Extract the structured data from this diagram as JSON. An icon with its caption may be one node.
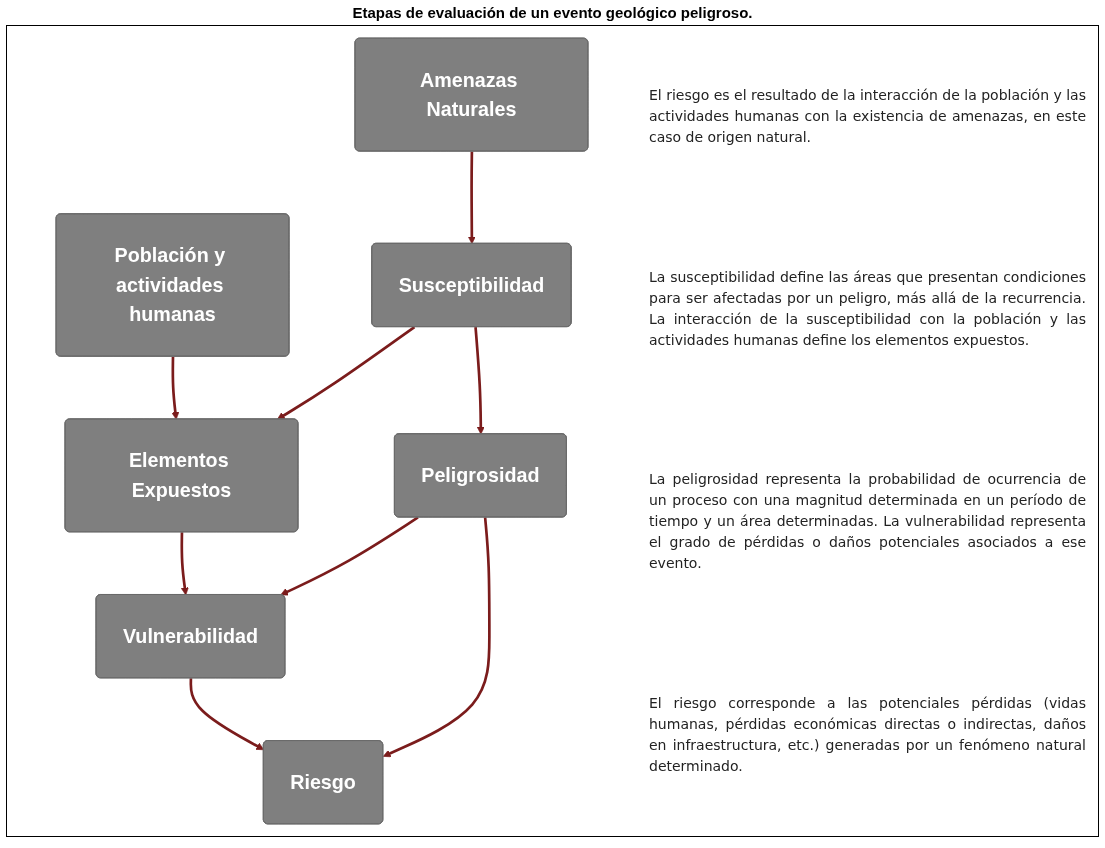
{
  "diagram": {
    "title": "Etapas de evaluación de un evento geológico peligroso.",
    "nodes": [
      {
        "text": [
          "Amenazas Naturales"
        ]
      },
      {
        "text": [
          "Población y actividades humanas"
        ]
      },
      {
        "text": [
          "Susceptibilidad"
        ]
      },
      {
        "text": [
          "Elementos Expuestos"
        ]
      },
      {
        "text": [
          "Peligrosidad"
        ]
      },
      {
        "text": [
          "Vulnerabilidad"
        ]
      },
      {
        "text": [
          "Riesgo"
        ]
      }
    ],
    "edges": [
      {
        "from": 0,
        "to": 2,
        "arrow": "to"
      },
      {
        "from": 1,
        "to": 3,
        "arrow": "to"
      },
      {
        "from": 2,
        "to": 3,
        "arrow": "to"
      },
      {
        "from": 2,
        "to": 4,
        "arrow": "to"
      },
      {
        "from": 3,
        "to": 5,
        "arrow": "to"
      },
      {
        "from": 4,
        "to": 5,
        "arrow": "to"
      },
      {
        "from": 4,
        "to": 6,
        "arrow": "to"
      },
      {
        "from": 5,
        "to": 6,
        "arrow": "to"
      }
    ],
    "labels": [
      "El riesgo es el resultado de la interacción de la población y las actividades humanas con la existencia de amenazas, en este caso de origen natural.",
      "La susceptibilidad define las áreas que presentan condiciones para ser afectadas por un peligro, más allá de la recurrencia. La interacción de la susceptibilidad con la población y las actividades humanas define los elementos expuestos.",
      "La peligrosidad representa la probabilidad de ocurrencia de un proceso con una magnitud determinada en un período de tiempo y un área determinadas. La vulnerabilidad representa el grado de pérdidas o daños potenciales asociados a ese evento.",
      "El riesgo corresponde a las potenciales pérdidas (vidas humanas, pérdidas económicas directas o indirectas, daños en infraestructura, etc.) generadas por un fenómeno natural determinado."
    ]
  }
}
